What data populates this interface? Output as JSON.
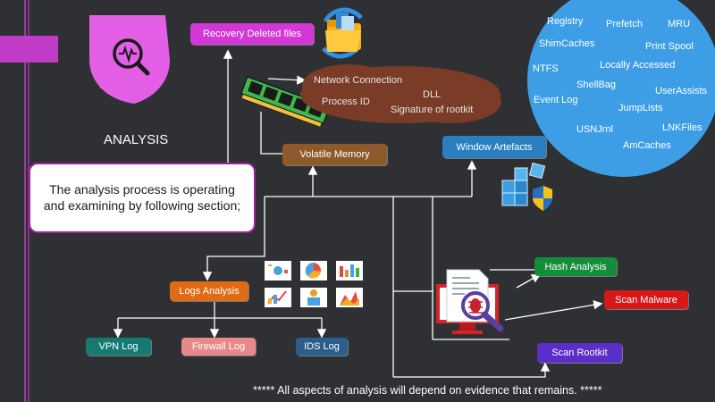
{
  "section_title": "ANALYSIS",
  "intro_text": "The analysis process is operating and examining by following section;",
  "boxes": {
    "recovery": "Recovery Deleted files",
    "volatile": "Volatile Memory",
    "window": "Window Artefacts",
    "logs": "Logs Analysis",
    "vpn": "VPN Log",
    "firewall": "Firewall Log",
    "ids": "IDS Log",
    "hash": "Hash Analysis",
    "scan_malware": "Scan Malware",
    "scan_rootkit": "Scan Rootkit"
  },
  "memory_items": [
    "Network Connection",
    "Process ID",
    "DLL",
    "Signature of rootkit"
  ],
  "artefact_items": [
    "Registry",
    "Prefetch",
    "MRU",
    "ShimCaches",
    "Print Spool",
    "NTFS",
    "Locally Accessed",
    "ShellBag",
    "Event Log",
    "UserAssists",
    "JumpLists",
    "LNKFiles",
    "USNJrnl",
    "AmCaches"
  ],
  "footer_note": "***** All aspects of analysis will depend on evidence that remains. *****",
  "icons": [
    "analysis-search-icon",
    "folder-recovery-icon",
    "ram-memory-icon",
    "registry-cubes-icon",
    "report-charts-icon",
    "malware-scan-icon"
  ],
  "colors": {
    "background": "#2f3033",
    "accent_magenta": "#c13cc6",
    "pin_pink": "#e25fe6",
    "recovery_box": "#d338d6",
    "volatile_box": "#8e5a2c",
    "window_box": "#2a7fc0",
    "logs_box": "#e16a14",
    "vpn_box": "#157a72",
    "firewall_box": "#e8888a",
    "ids_box": "#2b5e8c",
    "hash_box": "#148c3c",
    "malware_box": "#d81818",
    "rootkit_box": "#5a2ec8",
    "artefact_circle": "#3d9ee6",
    "memory_cloud": "#7a3c26"
  }
}
